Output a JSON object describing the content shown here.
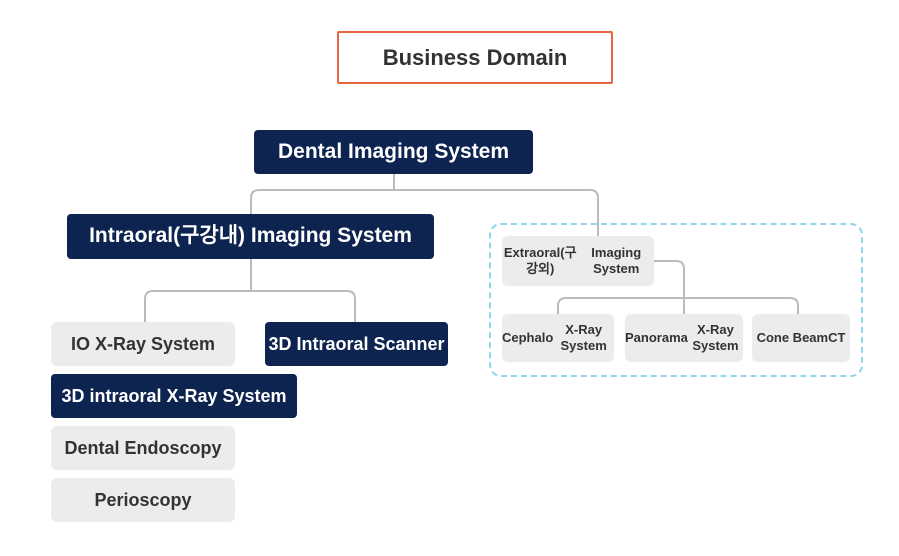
{
  "title": "Business Domain",
  "root": {
    "label": "Dental Imaging System"
  },
  "intraoral": {
    "label": "Intraoral(구강내) Imaging System",
    "children": {
      "io_xray": "IO X-Ray System",
      "scanner": "3D Intraoral Scanner",
      "xray_3d": "3D intraoral X-Ray System",
      "endoscopy": "Dental Endoscopy",
      "perioscopy": "Perioscopy"
    }
  },
  "extraoral": {
    "label_lines": [
      "Extraoral(구강외)",
      "Imaging System"
    ],
    "children": [
      {
        "lines": [
          "Cephalo",
          "X-Ray System"
        ]
      },
      {
        "lines": [
          "Panorama",
          "X-Ray System"
        ]
      },
      {
        "lines": [
          "Cone Beam",
          "CT"
        ]
      }
    ]
  },
  "colors": {
    "dark_node": "#0d2450",
    "light_node": "#ececec",
    "title_border": "#e8643c",
    "group_border": "#8fd6ec",
    "connector": "#bbbbbb"
  }
}
